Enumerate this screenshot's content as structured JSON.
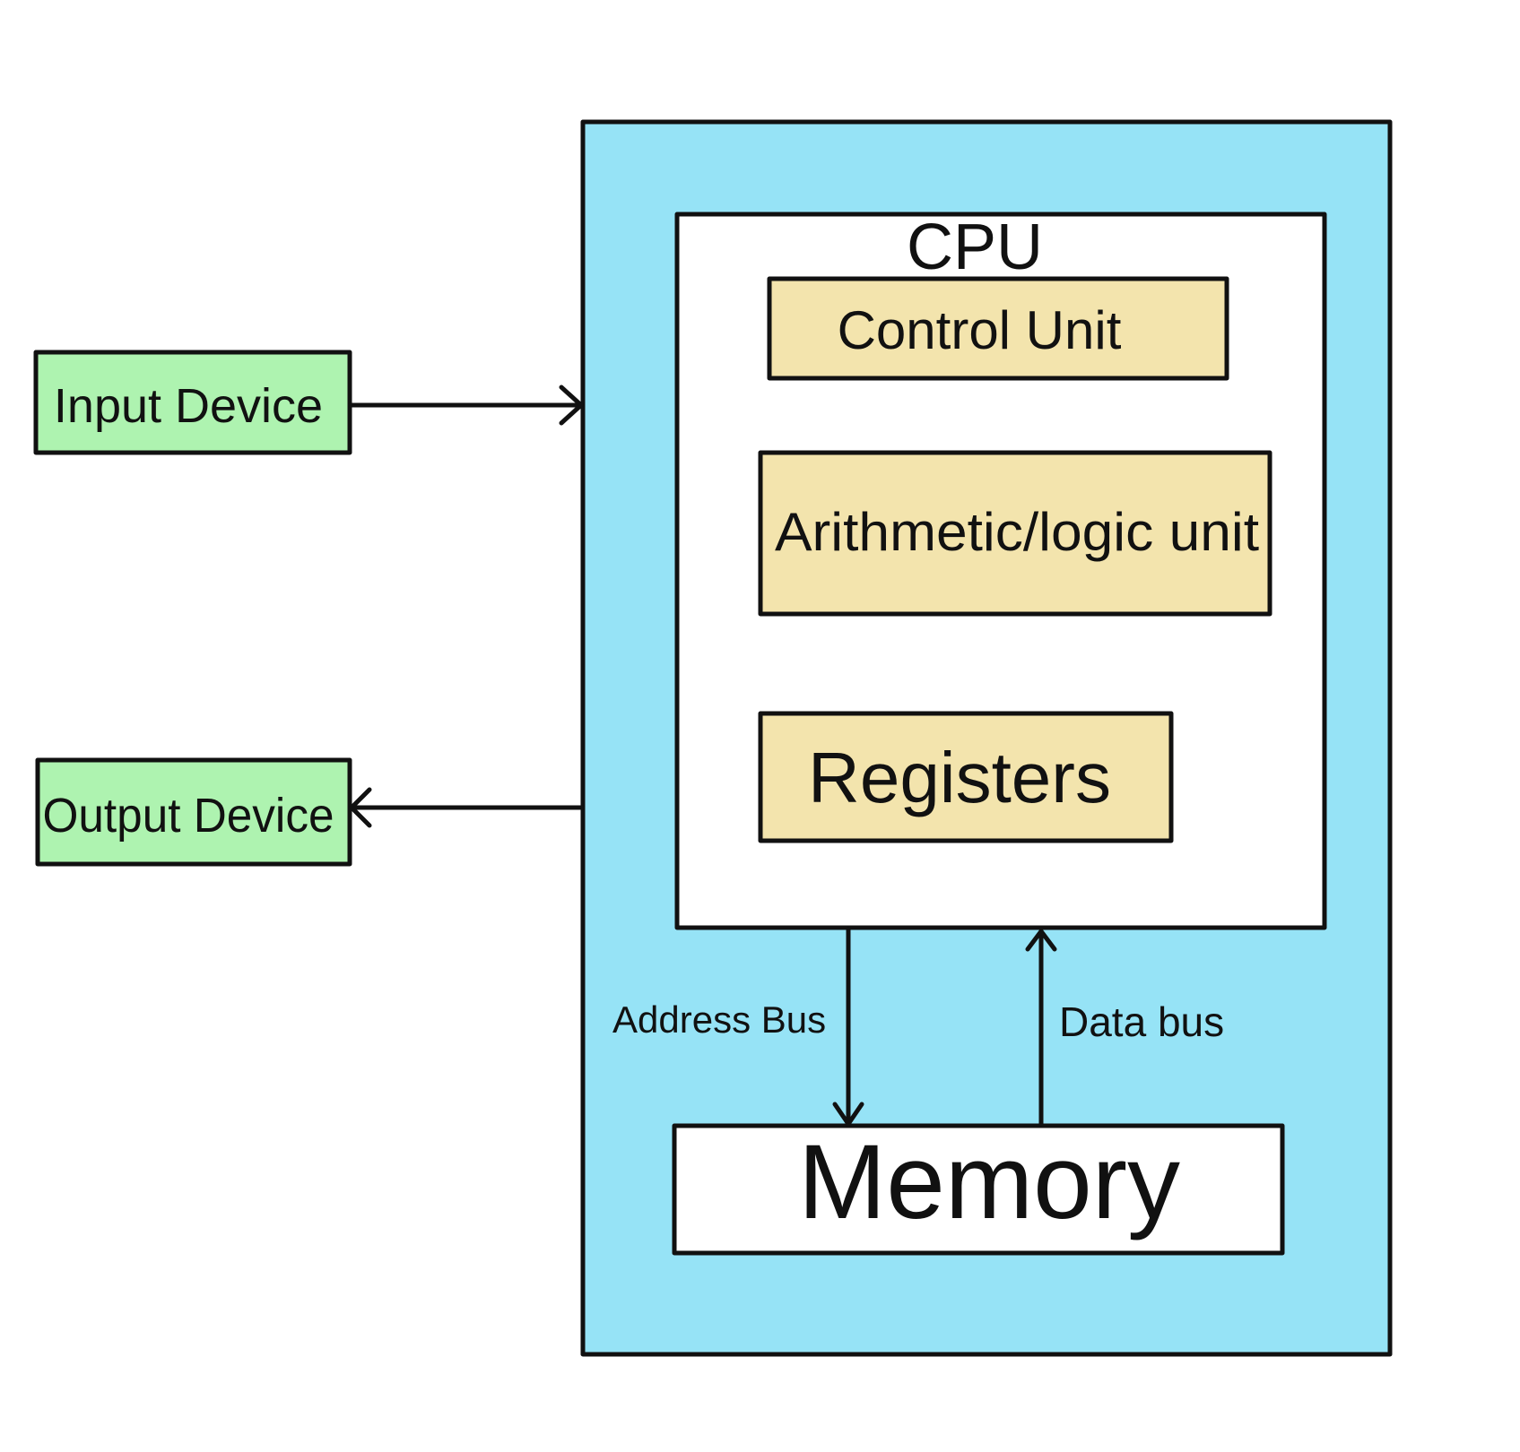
{
  "colors": {
    "system_fill": "#96e3f6",
    "cpu_fill": "#ffffff",
    "unit_fill": "#f3e4ad",
    "device_fill": "#aef3b0",
    "memory_fill": "#ffffff",
    "stroke": "#111111"
  },
  "cpu": {
    "label": "CPU"
  },
  "units": {
    "control": "Control Unit",
    "alu": "Arithmetic/logic unit",
    "registers": "Registers"
  },
  "devices": {
    "input": "Input Device",
    "output": "Output Device"
  },
  "memory": {
    "label": "Memory"
  },
  "buses": {
    "address": "Address Bus",
    "data": "Data bus"
  }
}
